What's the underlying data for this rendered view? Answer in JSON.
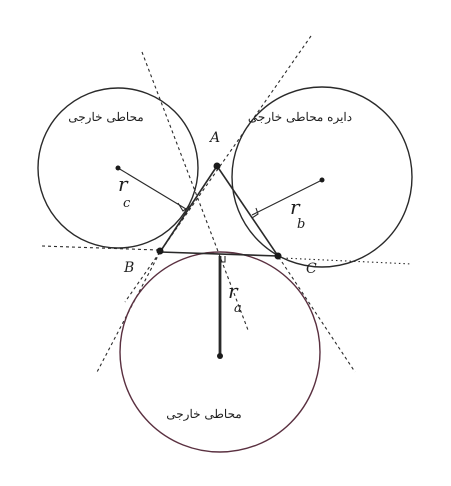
{
  "vertices": {
    "a": "A",
    "b": "B",
    "c": "C"
  },
  "radii": {
    "r_a": {
      "symbol": "r",
      "subscript": "a"
    },
    "r_b": {
      "symbol": "r",
      "subscript": "b"
    },
    "r_c": {
      "symbol": "r",
      "subscript": "c"
    }
  },
  "annotations": {
    "circle_left": "محاطی خارجی",
    "circle_right": "دایره محاطی خارجی",
    "circle_bottom": "محاطی خارجی"
  },
  "colors": {
    "ink": "#2a2a2a",
    "bottom_circle_tint": "#7a3a4a"
  }
}
